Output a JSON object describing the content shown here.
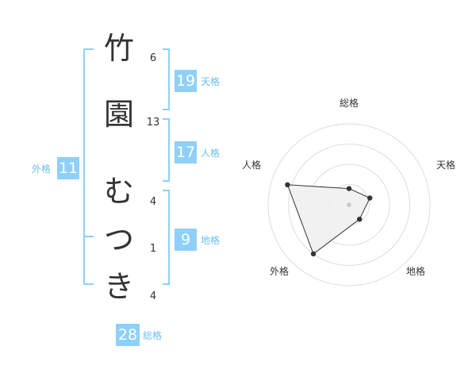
{
  "name": {
    "chars": [
      {
        "char": "竹",
        "strokes": "6"
      },
      {
        "char": "園",
        "strokes": "13"
      },
      {
        "char": "む",
        "strokes": "4"
      },
      {
        "char": "つ",
        "strokes": "1"
      },
      {
        "char": "き",
        "strokes": "4"
      }
    ]
  },
  "fortune": {
    "tenkaku": {
      "value": "19",
      "label": "天格"
    },
    "jinkaku": {
      "value": "17",
      "label": "人格"
    },
    "chikaku": {
      "value": "9",
      "label": "地格"
    },
    "gaikaku": {
      "value": "11",
      "label": "外格"
    },
    "soukaku": {
      "value": "28",
      "label": "総格"
    }
  },
  "radar": {
    "axes": [
      "総格",
      "天格",
      "地格",
      "外格",
      "人格"
    ],
    "values": [
      0.2,
      0.27,
      0.22,
      0.75,
      0.8
    ],
    "rings": 4,
    "colors": {
      "grid": "#dddddd",
      "fill": "#efefef",
      "line": "#333333",
      "center": "#cccccc"
    }
  },
  "colors": {
    "accent": "#8ed0f8",
    "label": "#6cc0f0",
    "text": "#333333"
  }
}
